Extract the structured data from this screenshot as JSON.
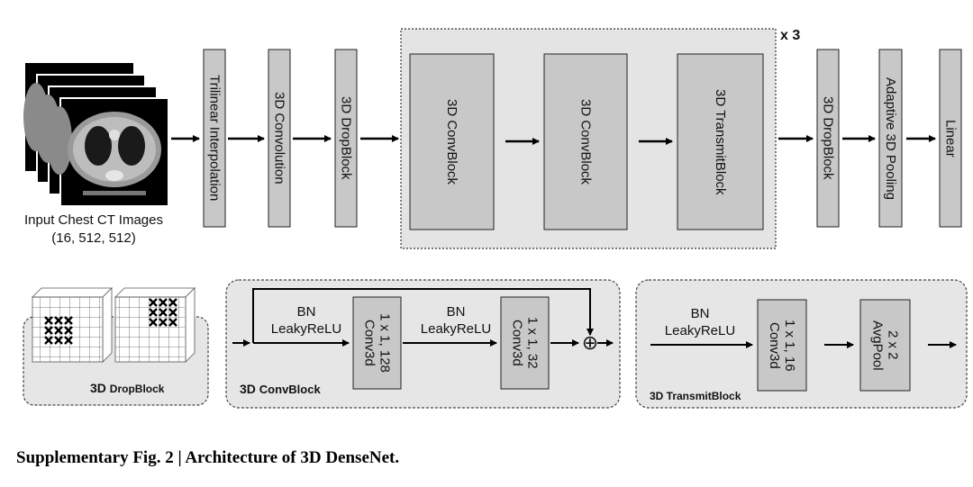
{
  "diagram": {
    "repeat_label": "x 3",
    "input": {
      "label": "Input Chest CT Images",
      "shape": "(16, 512, 512)"
    },
    "main_blocks": [
      "Trilinear Interpolation",
      "3D Convolution",
      "3D DropBlock",
      "3D ConvBlock",
      "3D ConvBlock",
      "3D TransmitBlock",
      "3D DropBlock",
      "Adaptive 3D Pooling",
      "Linear"
    ],
    "dropblock_panel": {
      "title_prefix": "3D ",
      "title_rest": "DropBlock"
    },
    "convblock_panel": {
      "title_prefix": "3D ",
      "title_rest": "ConvBlock",
      "bn_1": "BN",
      "act_1": "LeakyReLU",
      "conv_1_name": "Conv3d",
      "conv_1_spec": "1 x 1, 128",
      "bn_2": "BN",
      "act_2": "LeakyReLU",
      "conv_2_name": "Conv3d",
      "conv_2_spec": "1 x 1, 32",
      "sum_symbol": "⊕"
    },
    "transmit_panel": {
      "title": "3D TransmitBlock",
      "bn": "BN",
      "act": "LeakyReLU",
      "conv_name": "Conv3d",
      "conv_spec": "1 x 1, 16",
      "pool_name": "AvgPool",
      "pool_spec": "2 x 2"
    },
    "caption": "Supplementary Fig. 2 | Architecture of 3D DenseNet."
  }
}
